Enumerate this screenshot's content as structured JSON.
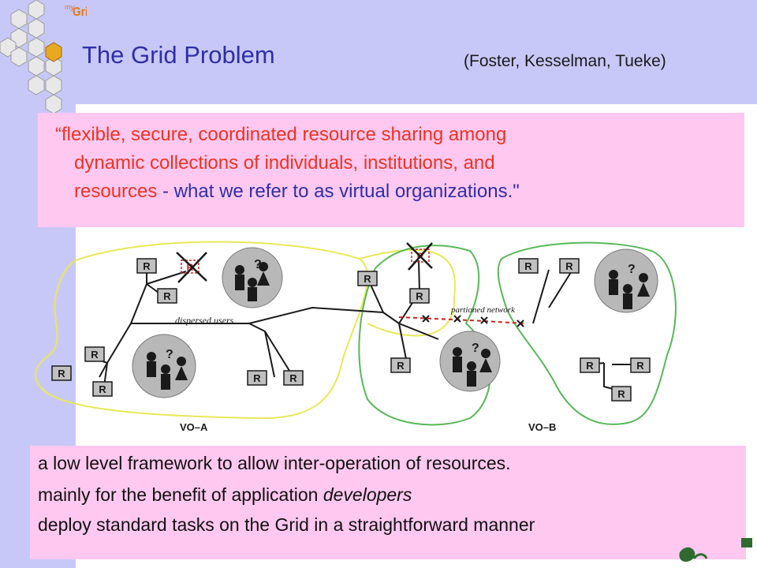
{
  "logo": {
    "superscript": "my",
    "word": "Grid"
  },
  "header": {
    "title": "The Grid Problem",
    "authors": "(Foster, Kesselman, Tueke)"
  },
  "quote": {
    "line1": "“flexible, secure, coordinated resource sharing among",
    "line2": "dynamic collections of individuals, institutions, and",
    "line3_red": "resources",
    "line3_blue": " - what we refer to as virtual organizations.\""
  },
  "diagram": {
    "resource_label": "R",
    "unknown_mark": "?",
    "dispersed_users": "dispersed users",
    "partitioned_network": "partioned network",
    "vo_a": "VO–A",
    "vo_b": "VO–B",
    "colors": {
      "vo_a_outline": "#e8e858",
      "vo_b_outline": "#58b858",
      "partition": "#cc2222",
      "crowd": "#b8b8b8",
      "resource_box": "#c0c0c0"
    }
  },
  "bottom": {
    "line1": "a low level framework to allow inter-operation of resources.",
    "line2_plain": "mainly for the benefit of application ",
    "line2_italic": "developers",
    "line3": "deploy standard tasks on the Grid in a straightforward manner"
  },
  "colors": {
    "sidebar": "#c8c8f8",
    "pink_box": "#ffc8f0",
    "title": "#2f2fa8",
    "quote_red": "#ee3322"
  }
}
